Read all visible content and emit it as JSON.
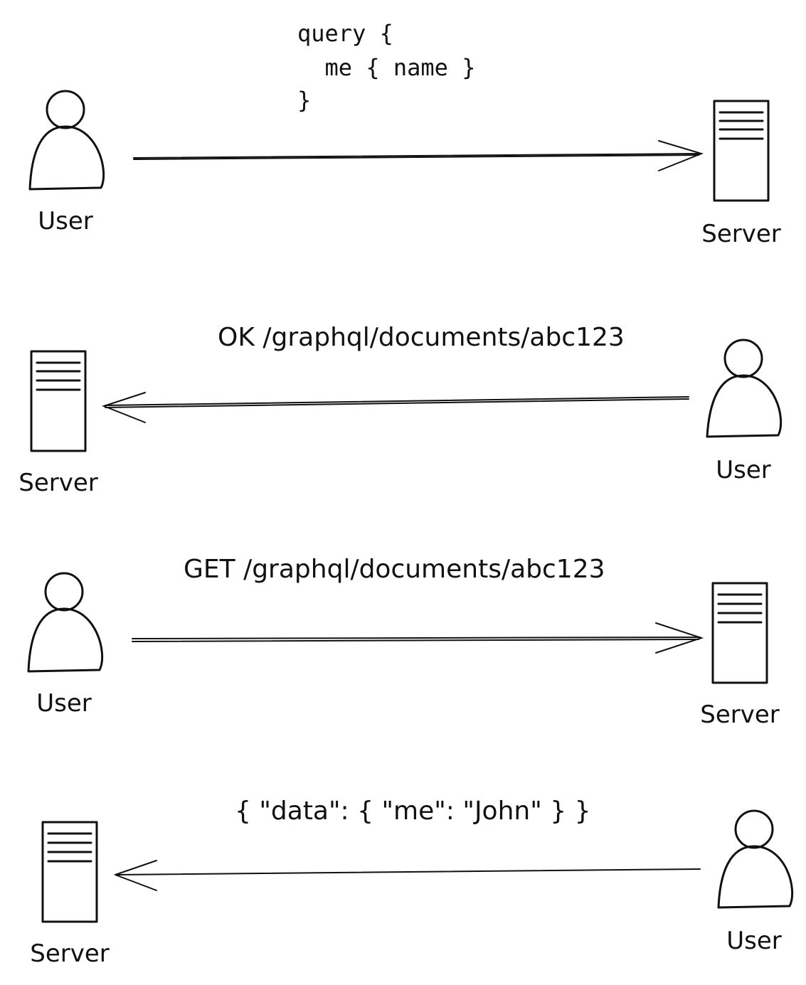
{
  "actors": {
    "user": "User",
    "server": "Server"
  },
  "steps": [
    {
      "direction": "user-to-server",
      "message_lines": [
        "query {",
        "  me { name }",
        "}"
      ]
    },
    {
      "direction": "server-from-user",
      "message_lines": [
        "OK /graphql/documents/abc123"
      ]
    },
    {
      "direction": "user-to-server",
      "message_lines": [
        "GET /graphql/documents/abc123"
      ]
    },
    {
      "direction": "server-from-user",
      "message_lines": [
        "{ \"data\": { \"me\": \"John\" } }"
      ]
    }
  ],
  "colors": {
    "ink": "#111111",
    "hatch": "#b8b8b8",
    "background": "#ffffff"
  }
}
